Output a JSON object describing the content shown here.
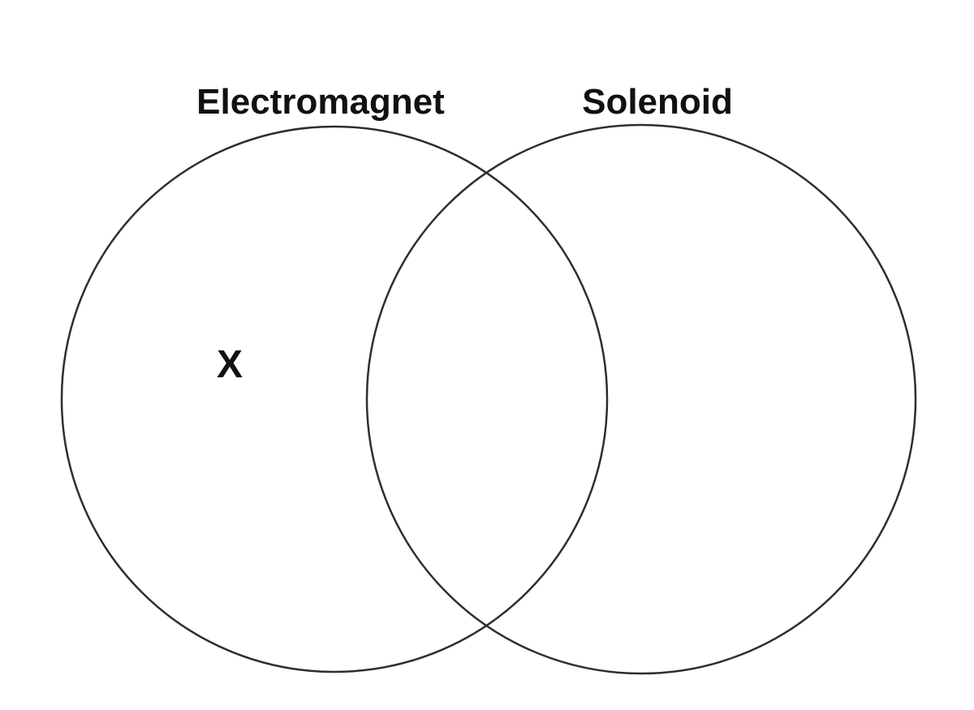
{
  "diagram": {
    "type": "venn",
    "title": "",
    "sets": {
      "left": {
        "label": "Electromagnet"
      },
      "right": {
        "label": "Solenoid"
      }
    },
    "marker": {
      "text": "X",
      "region": "left-only"
    },
    "colors": {
      "background": "#ffffff",
      "circle_stroke": "#2e2e2e",
      "text": "#111111"
    }
  }
}
